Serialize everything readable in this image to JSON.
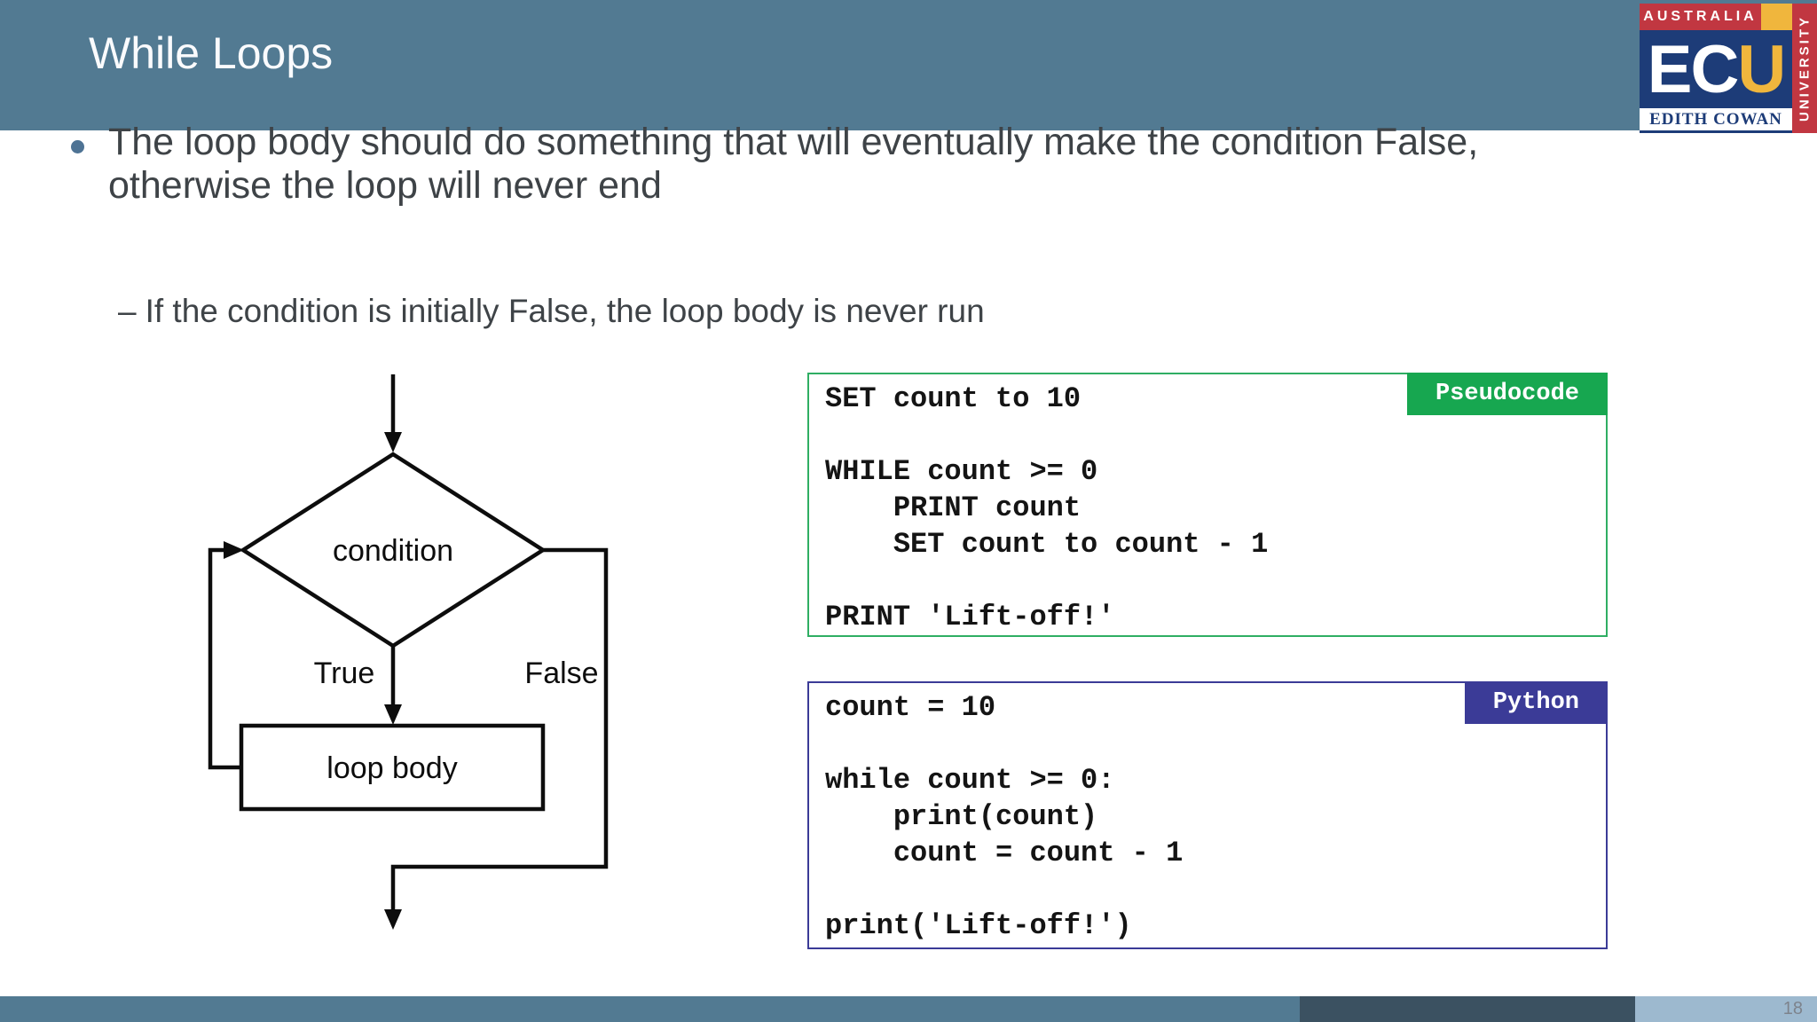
{
  "slide": {
    "title": "While Loops",
    "page_number": "18"
  },
  "logo": {
    "australia": "AUSTRALIA",
    "acronym_ec": "EC",
    "acronym_u": "U",
    "university": "UNIVERSITY",
    "edith_cowan": "EDITH COWAN",
    "colors": {
      "red": "#c13741",
      "navy": "#1d3c78",
      "gold": "#f0b63d"
    }
  },
  "bullets": {
    "main_line1": "The loop body should do something that will eventually make the condition False,",
    "main_line2": "otherwise the loop will never end",
    "sub_dash": "–",
    "sub": "If the condition is initially False, the loop body is never run"
  },
  "flowchart": {
    "condition_label": "condition",
    "true_label": "True",
    "false_label": "False",
    "loop_body_label": "loop body"
  },
  "code_boxes": {
    "pseudocode": {
      "badge": "Pseudocode",
      "accent": "#17a750",
      "lines": [
        "SET count to 10",
        "",
        "WHILE count >= 0",
        "    PRINT count",
        "    SET count to count - 1",
        "",
        "PRINT 'Lift-off!'"
      ]
    },
    "python": {
      "badge": "Python",
      "accent": "#3b3b97",
      "lines": [
        "count = 10",
        "",
        "while count >= 0:",
        "    print(count)",
        "    count = count - 1",
        "",
        "print('Lift-off!')"
      ]
    }
  },
  "theme": {
    "header_bg": "#527a92",
    "footer_seg_dark": "#3b5161",
    "footer_seg_light": "#9db9cf",
    "body_text": "#3e4347"
  }
}
